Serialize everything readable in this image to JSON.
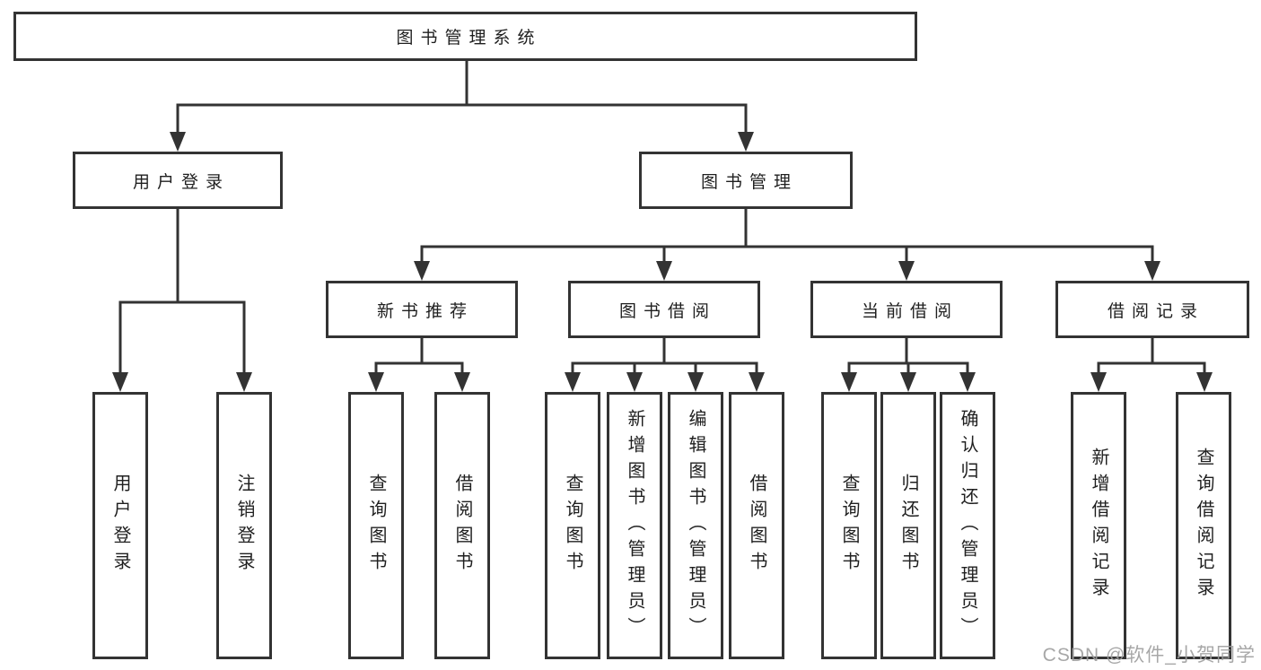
{
  "diagram": {
    "root": {
      "label": "图书管理系统"
    },
    "level2": [
      {
        "label": "用户登录"
      },
      {
        "label": "图书管理"
      }
    ],
    "level3": [
      {
        "label": "新书推荐"
      },
      {
        "label": "图书借阅"
      },
      {
        "label": "当前借阅"
      },
      {
        "label": "借阅记录"
      }
    ],
    "leaves_user": [
      {
        "label": "用户登录"
      },
      {
        "label": "注销登录"
      }
    ],
    "leaves_recommend": [
      {
        "label": "查询图书"
      },
      {
        "label": "借阅图书"
      }
    ],
    "leaves_borrow": [
      {
        "label": "查询图书"
      },
      {
        "label": "新增图书（管理员）"
      },
      {
        "label": "编辑图书（管理员）"
      },
      {
        "label": "借阅图书"
      }
    ],
    "leaves_current": [
      {
        "label": "查询图书"
      },
      {
        "label": "归还图书"
      },
      {
        "label": "确认归还（管理员）"
      }
    ],
    "leaves_records": [
      {
        "label": "新增借阅记录"
      },
      {
        "label": "查询借阅记录"
      }
    ]
  },
  "watermark": {
    "text": "CSDN @软件_小贺同学"
  },
  "colors": {
    "line": "#333333",
    "box_border": "#333333",
    "text": "#1f1f1f",
    "watermark": "#9e9e9e",
    "background": "#ffffff"
  }
}
